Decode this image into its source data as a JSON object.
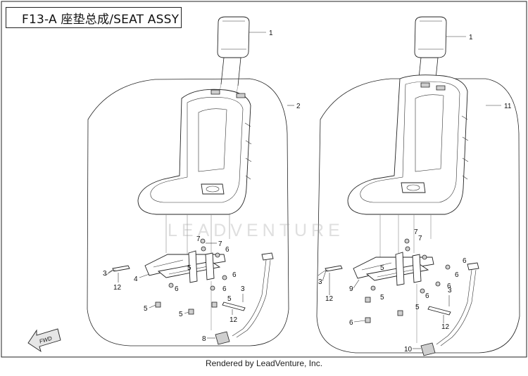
{
  "title": "F13-A 座垫总成/SEAT ASSY",
  "footer": "Rendered by LeadVenture, Inc.",
  "watermark": "LEADVENTURE",
  "fwd_label": "FWD",
  "callouts": {
    "left": {
      "headrest": "1",
      "seat_assy": "2",
      "belt_left": "3",
      "belt_right": "3",
      "bracket": "4",
      "rail_a": "5",
      "nut_a": "5",
      "nut_b": "5",
      "nut_c": "5",
      "washer_a": "6",
      "washer_b": "6",
      "washer_c": "6",
      "washer_d": "6",
      "bolt_a": "7",
      "bolt_b": "7",
      "buckle": "8",
      "spring_left": "12",
      "spring_right": "12"
    },
    "right": {
      "headrest": "1",
      "seat_assy": "11",
      "belt_left": "3",
      "belt_right": "3",
      "bracket": "9",
      "rail_a": "5",
      "nut_a": "5",
      "nut_b": "5",
      "nut_c": "6",
      "washer_a": "6",
      "washer_b": "6",
      "washer_c": "6",
      "washer_d": "6",
      "bolt_a": "7",
      "bolt_b": "7",
      "buckle": "10",
      "spring_left": "12",
      "spring_right": "12"
    }
  }
}
